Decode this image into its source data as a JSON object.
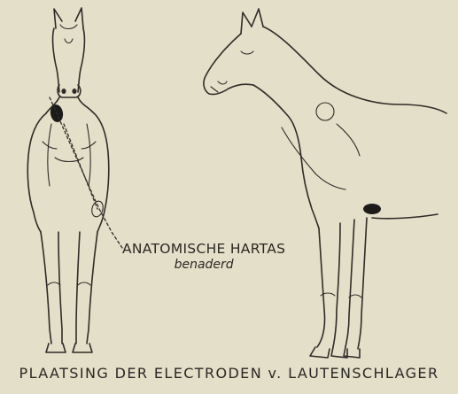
{
  "annotation": {
    "line1": "ANATOMISCHE HARTAS",
    "line2": "benaderd"
  },
  "caption": "PLAATSING DER ELECTRODEN v. LAUTENSCHLAGER",
  "colors": {
    "paper": "#e4dfc9",
    "ink": "#2e2c28",
    "electrode": "#1c1b19"
  }
}
